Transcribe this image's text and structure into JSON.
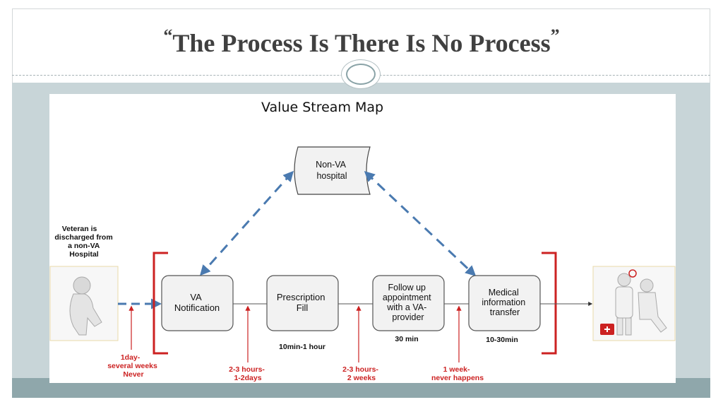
{
  "slide": {
    "title_open_quote": "“",
    "title": "The Process Is There Is No Process",
    "title_close_quote": "”"
  },
  "diagram": {
    "heading": "Value Stream Map",
    "hospital": [
      "Non-VA",
      "hospital"
    ],
    "veteran_caption": [
      "Veteran is",
      "discharged from",
      "a non-VA",
      "Hospital"
    ],
    "process_steps": [
      {
        "lines": [
          "VA",
          "Notification"
        ]
      },
      {
        "lines": [
          "Prescription",
          "Fill"
        ],
        "time": "10min-1 hour"
      },
      {
        "lines": [
          "Follow up",
          "appointment",
          "with a VA-",
          "provider"
        ],
        "time": "30 min"
      },
      {
        "lines": [
          "Medical",
          "information",
          "transfer"
        ],
        "time": "10-30min"
      }
    ],
    "wait_times": [
      [
        "1day-",
        "several weeks",
        "Never"
      ],
      [
        "2-3 hours-",
        "1-2days"
      ],
      [
        "2-3 hours-",
        "2 weeks"
      ],
      [
        "1 week-",
        "never happens"
      ]
    ],
    "colors": {
      "dashed_arrow": "#4a7ab0",
      "wait_arrow": "#cc2222",
      "bracket": "#cc2222",
      "box_border": "#555555"
    }
  }
}
